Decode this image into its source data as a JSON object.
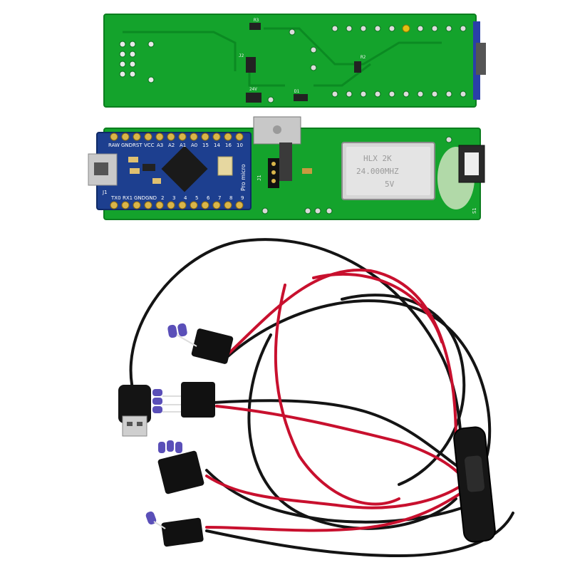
{
  "labels": {
    "board_top": {
      "r3": "R3",
      "j2": "J2",
      "v24": "24V",
      "d1": "D1",
      "r2": "R2"
    },
    "pro_micro": {
      "top_pins": [
        "RAW",
        "GND",
        "RST",
        "VCC",
        "A3",
        "A2",
        "A1",
        "A0",
        "15",
        "14",
        "16",
        "10"
      ],
      "bottom_pins": [
        "TX0",
        "RX1",
        "GND",
        "GND",
        "2",
        "3",
        "4",
        "5",
        "6",
        "7",
        "8",
        "9"
      ],
      "j1": "J1",
      "name": "Pro micro"
    },
    "board_bottom": {
      "j1": "J1",
      "s1": "S1",
      "crystal_line1": "HLX 2K",
      "crystal_line2": "24.000MHZ",
      "crystal_line3": "5V"
    }
  },
  "colors": {
    "pcb_green": "#12a12a",
    "pcb_dark": "#0d8a22",
    "pro_micro_blue": "#1d3f8f",
    "cable_black": "#141414",
    "cable_red": "#c8102e",
    "led_purple": "#5a4fb8"
  },
  "icons": {
    "usb": "usb-a-plug-icon",
    "switch": "inline-rocker-switch-icon"
  }
}
